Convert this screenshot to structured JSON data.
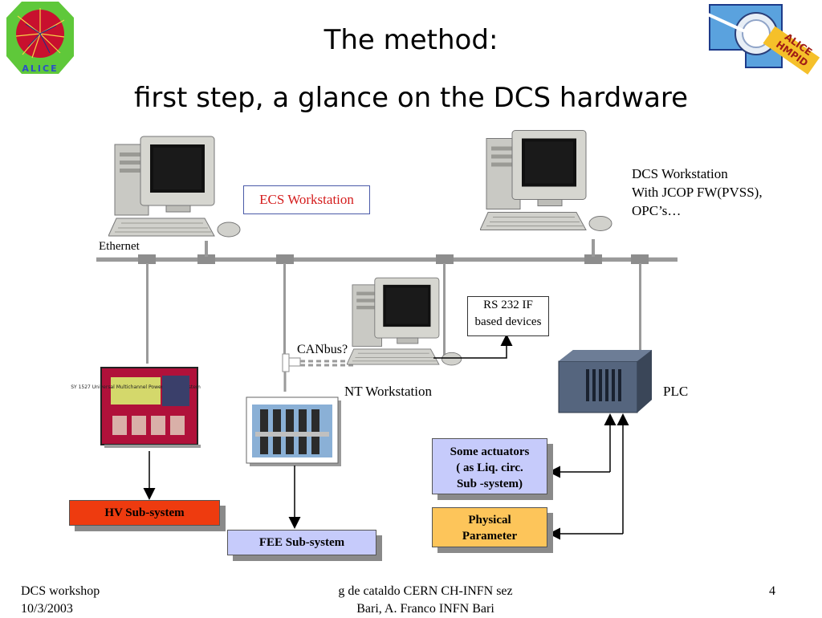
{
  "slide": {
    "title_line1": "The method:",
    "title_line2": "first step, a glance on the DCS hardware"
  },
  "labels": {
    "ecs_workstation": "ECS Workstation",
    "dcs_line1": "DCS Workstation",
    "dcs_line2": "With JCOP FW(PVSS),",
    "dcs_line3": "OPC’s…",
    "ethernet": "Ethernet",
    "rs232_line1": "RS 232 IF",
    "rs232_line2": "based devices",
    "canbus": "CANbus?",
    "nt_workstation": "NT Workstation",
    "plc": "PLC",
    "hv_subsystem": "HV Sub-system",
    "fee_subsystem": "FEE Sub-system",
    "actuators_line1": "Some actuators",
    "actuators_line2": "( as Liq. circ.",
    "actuators_line3": "Sub -system)",
    "physical_line1": "Physical",
    "physical_line2": "Parameter",
    "logo_alice": "ALICE",
    "logo_hmpid_line1": "ALICE",
    "logo_hmpid_line2": "HMPID",
    "crate_text": "SY 1527 Universal Multichannel Power Supply System"
  },
  "footer": {
    "left_line1": "DCS workshop",
    "left_line2": "10/3/2003",
    "center_line1": "g de cataldo CERN CH-INFN sez",
    "center_line2": "Bari, A. Franco INFN Bari",
    "page_number": "4"
  },
  "colors": {
    "hv_box": "#ee3b0f",
    "fee_box": "#c6cbfb",
    "actuators_box": "#c6cbfb",
    "physical_box": "#fdc55a",
    "ecs_text": "#d41c1c",
    "network_line": "#9a9a9a"
  },
  "icons": [
    "alice-logo-icon",
    "hmpid-logo-icon",
    "computer-icon",
    "power-crate-icon",
    "fee-board-icon",
    "plc-icon"
  ]
}
